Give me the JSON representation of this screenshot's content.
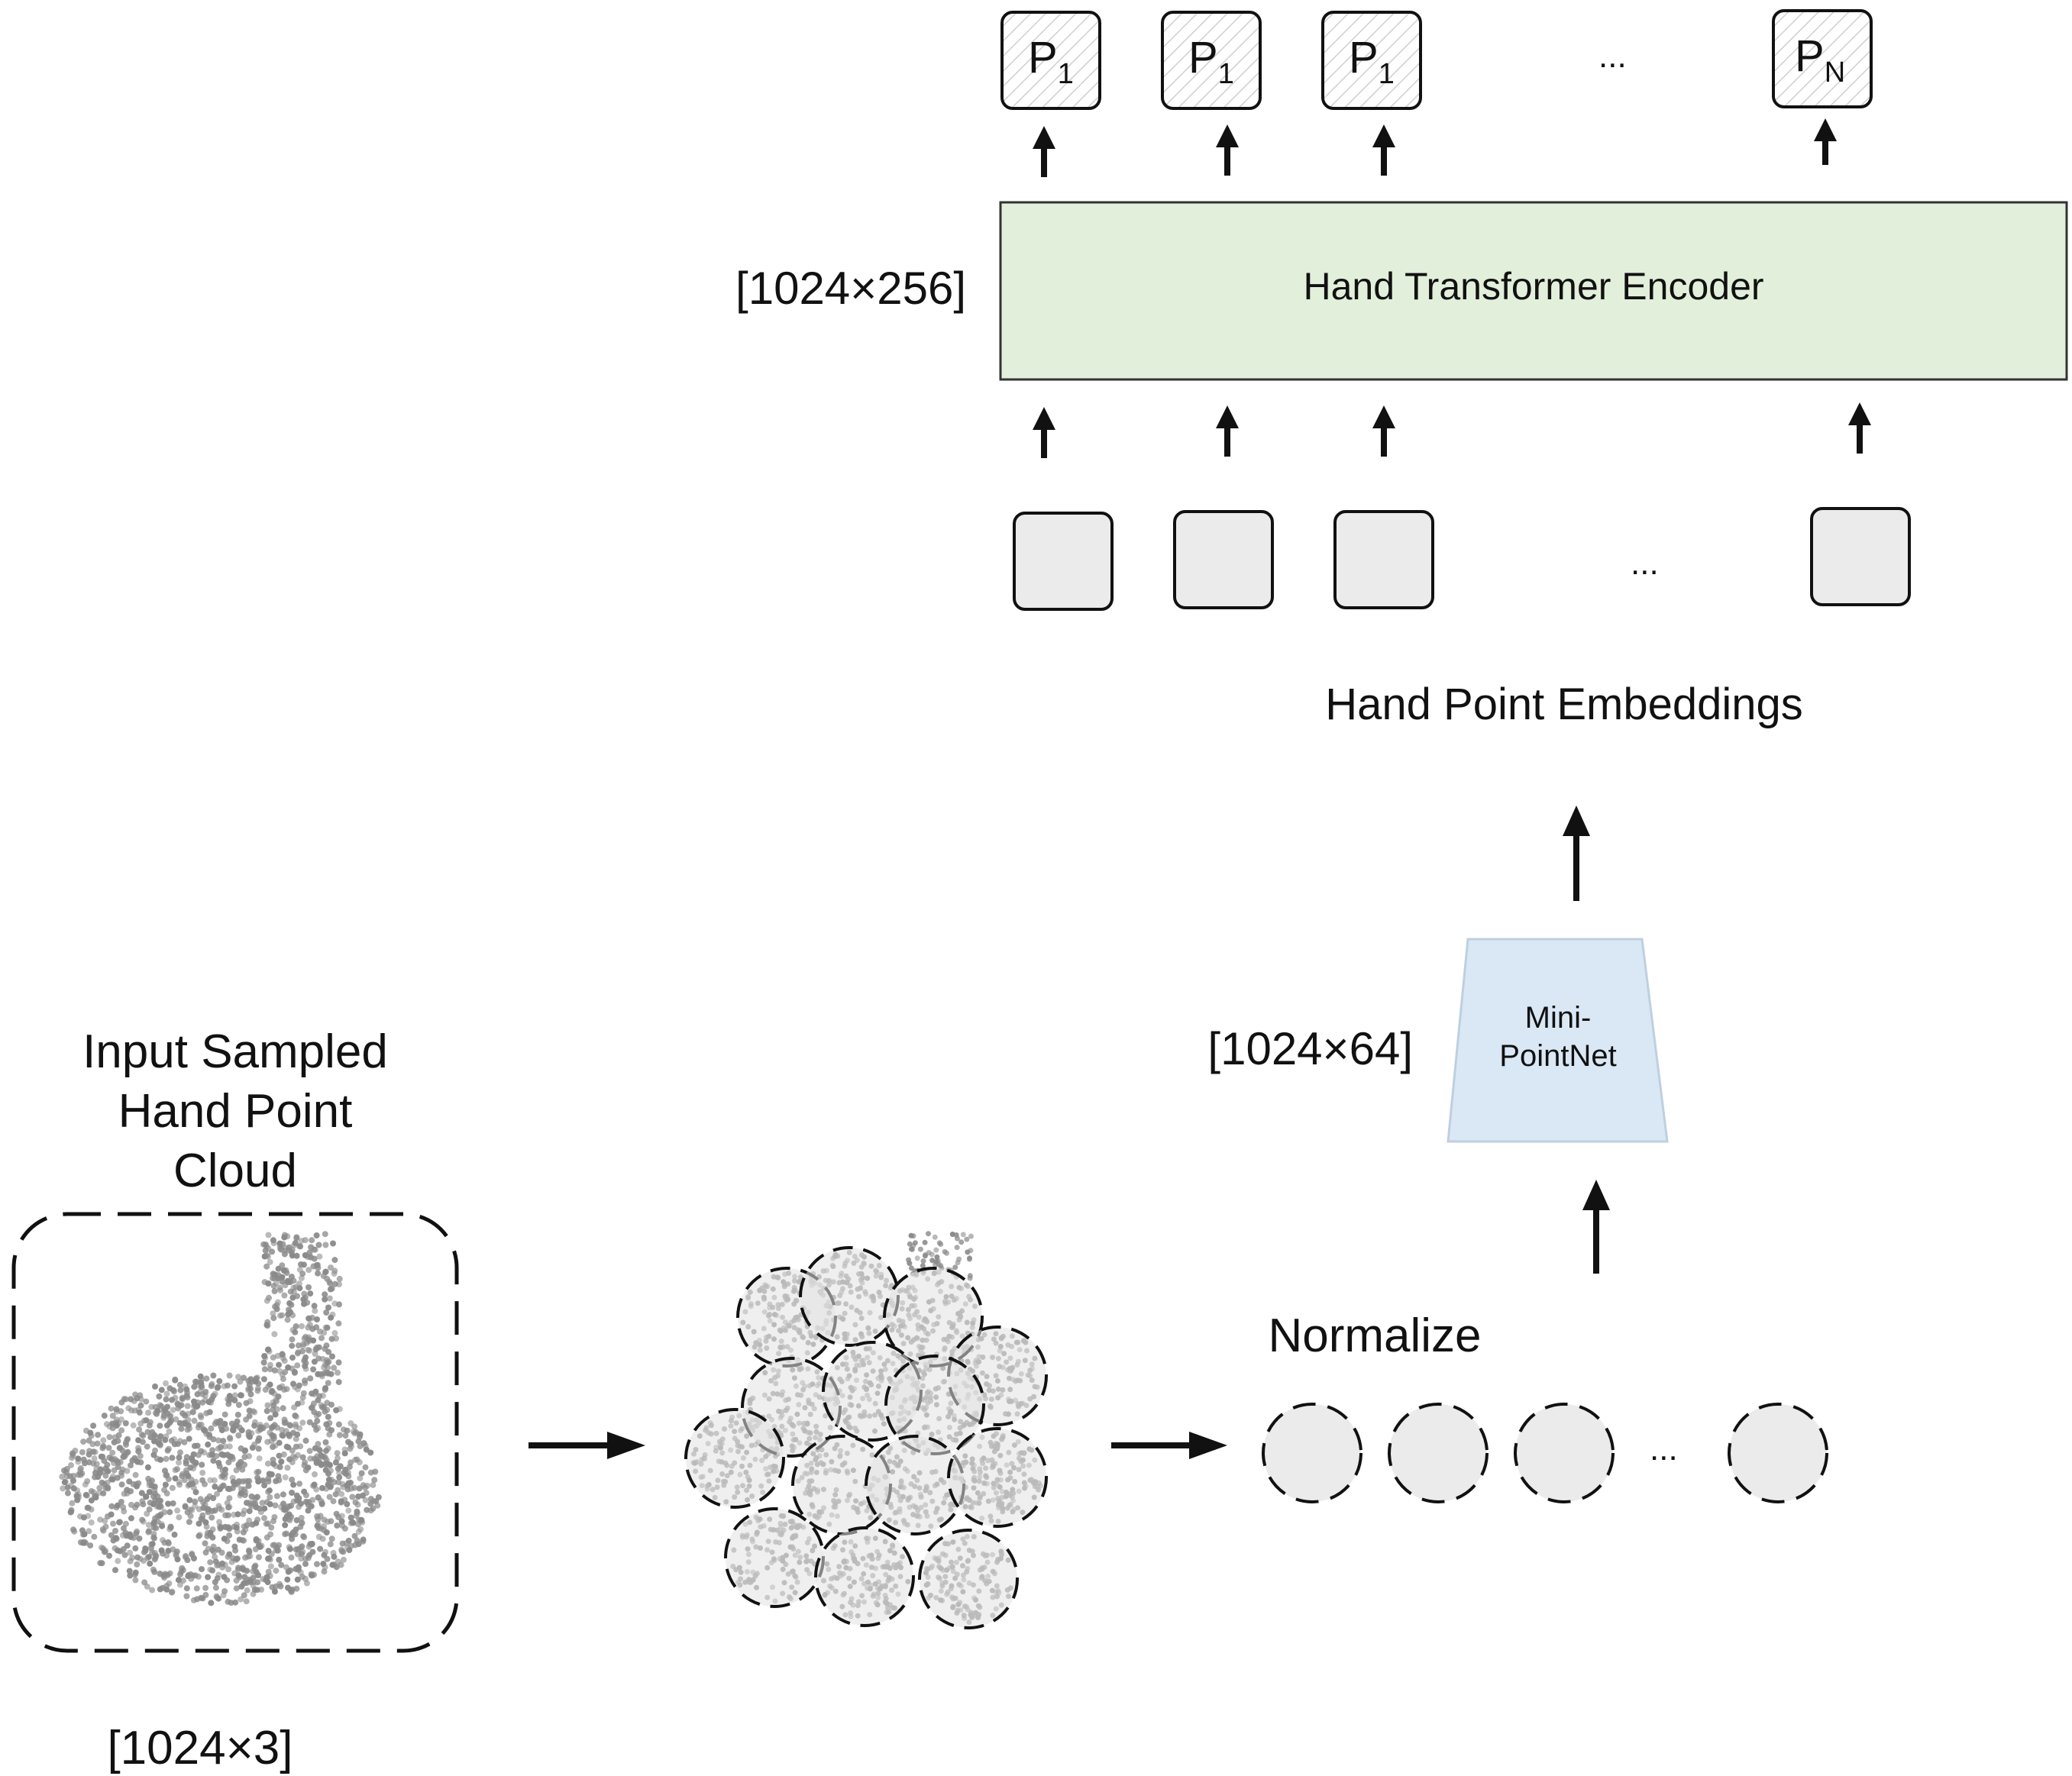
{
  "labels": {
    "input_line1": "Input Sampled",
    "input_line2": "Hand Point",
    "input_line3": "Cloud",
    "input_shape": "[1024×3]",
    "normalize": "Normalize",
    "minipointnet_line1": "Mini-",
    "minipointnet_line2": "PointNet",
    "minipointnet_shape": "[1024×64]",
    "embeddings": "Hand Point Embeddings",
    "encoder": "Hand Transformer Encoder",
    "encoder_shape": "[1024×256]",
    "ellipsis": "..."
  },
  "outputs": [
    {
      "base": "P",
      "sub": "1"
    },
    {
      "base": "P",
      "sub": "1"
    },
    {
      "base": "P",
      "sub": "1"
    },
    {
      "base": "P",
      "sub": "N"
    }
  ],
  "colors": {
    "encoder_fill": "#e2efda",
    "minipointnet_fill": "#dae8f5",
    "token_fill": "#ebebeb",
    "point_color": "#8a8a8a",
    "line": "#111111"
  }
}
